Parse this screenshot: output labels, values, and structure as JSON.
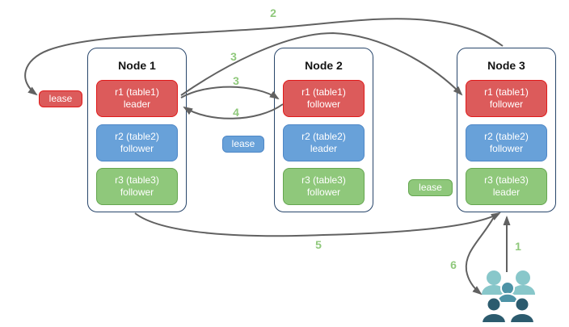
{
  "diagram": {
    "nodes": [
      {
        "title": "Node 1",
        "replicas": [
          {
            "name": "r1 (table1)",
            "role": "leader",
            "color_key": "red"
          },
          {
            "name": "r2 (table2)",
            "role": "follower",
            "color_key": "blue"
          },
          {
            "name": "r3 (table3)",
            "role": "follower",
            "color_key": "green"
          }
        ]
      },
      {
        "title": "Node 2",
        "replicas": [
          {
            "name": "r1 (table1)",
            "role": "follower",
            "color_key": "red"
          },
          {
            "name": "r2 (table2)",
            "role": "leader",
            "color_key": "blue"
          },
          {
            "name": "r3 (table3)",
            "role": "follower",
            "color_key": "green"
          }
        ]
      },
      {
        "title": "Node 3",
        "replicas": [
          {
            "name": "r1 (table1)",
            "role": "follower",
            "color_key": "red"
          },
          {
            "name": "r2 (table2)",
            "role": "follower",
            "color_key": "blue"
          },
          {
            "name": "r3 (table3)",
            "role": "leader",
            "color_key": "green"
          }
        ]
      }
    ],
    "leases": [
      {
        "label": "lease",
        "color_key": "red"
      },
      {
        "label": "lease",
        "color_key": "blue"
      },
      {
        "label": "lease",
        "color_key": "green"
      }
    ],
    "steps": [
      {
        "label": "2"
      },
      {
        "label": "3"
      },
      {
        "label": "3"
      },
      {
        "label": "4"
      },
      {
        "label": "5"
      },
      {
        "label": "1"
      },
      {
        "label": "6"
      }
    ],
    "colors": {
      "red_fill": "#dc5b5b",
      "red_stroke": "#e01a1a",
      "blue_fill": "#68a1d9",
      "blue_stroke": "#4e87c6",
      "green_fill": "#8fc87b",
      "green_stroke": "#65a650",
      "node_border": "#28466b",
      "arrow": "#616161",
      "step_label": "#8fc87b",
      "users_light": "#88c7ca",
      "users_medium": "#4d93a6",
      "users_dark": "#2c5b6e"
    }
  }
}
